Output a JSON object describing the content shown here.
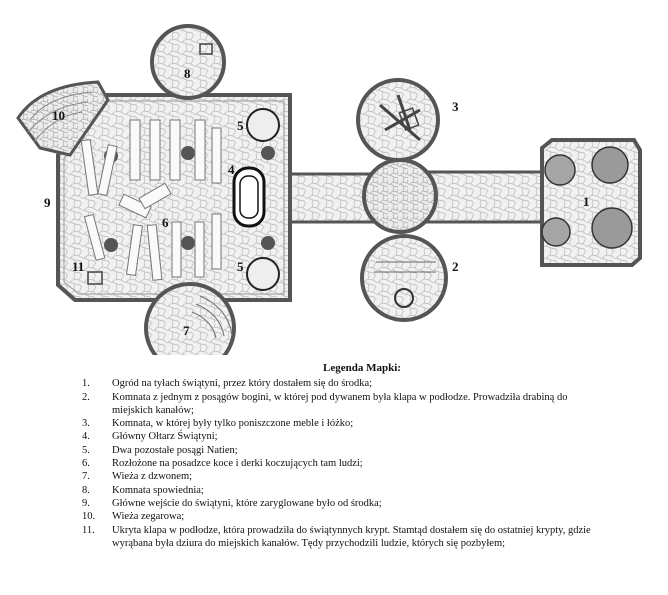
{
  "map": {
    "room_numbers": [
      "1",
      "2",
      "3",
      "4",
      "5",
      "5",
      "6",
      "7",
      "8",
      "9",
      "10",
      "11"
    ]
  },
  "legend": {
    "title": "Legenda Mapki:",
    "items": [
      {
        "num": "1.",
        "text": "Ogród na tyłach świątyni, przez który dostałem się do środka;"
      },
      {
        "num": "2.",
        "text": "Komnata z jednym z posągów bogini, w której pod dywanem była klapa w podłodze. Prowadziła drabiną do miejskich kanałów;"
      },
      {
        "num": "3.",
        "text": "Komnata, w której były tylko poniszczone meble i łóżko;"
      },
      {
        "num": "4.",
        "text": "Główny Ołtarz Świątyni;"
      },
      {
        "num": "5.",
        "text": "Dwa pozostałe posągi Natien;"
      },
      {
        "num": "6.",
        "text": "Rozłożone na posadzce koce i derki koczujących tam ludzi;"
      },
      {
        "num": "7.",
        "text": "Wieża z dzwonem;"
      },
      {
        "num": "8.",
        "text": "Komnata spowiednia;"
      },
      {
        "num": "9.",
        "text": "Główne wejście do świątyni, które zaryglowane było od środka;"
      },
      {
        "num": "10.",
        "text": "Wieża zegarowa;"
      },
      {
        "num": "11.",
        "text": "Ukryta klapa w podłodze, która prowadziła do świątynnych krypt. Stamtąd dostałem się do ostatniej krypty, gdzie wyrąbana była dziura do miejskich kanałów. Tędy przychodzili ludzie, których się pozbyłem;"
      }
    ]
  }
}
